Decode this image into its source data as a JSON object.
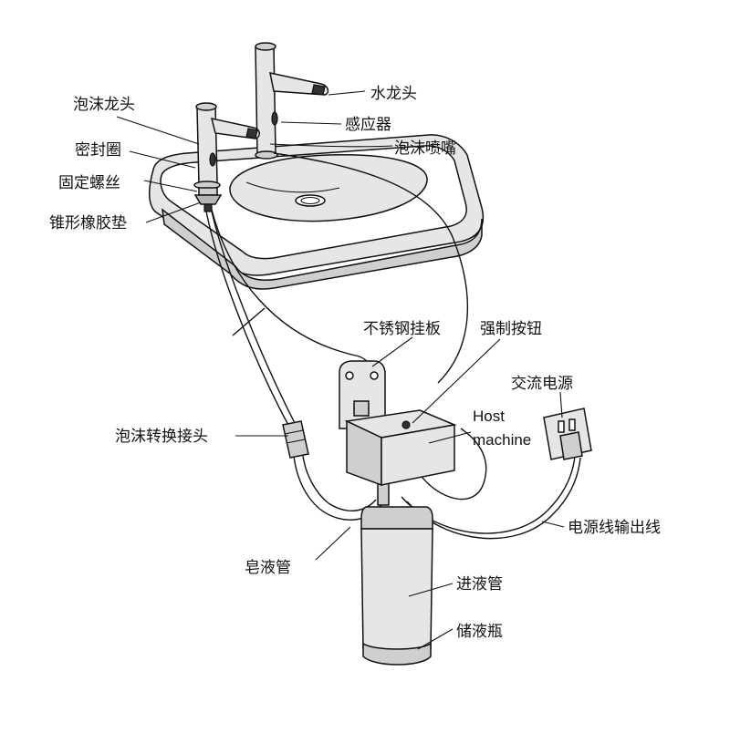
{
  "labels": {
    "foam_faucet": "泡沫龙头",
    "water_faucet": "水龙头",
    "sensor": "感应器",
    "seal_ring": "密封圈",
    "foam_nozzle": "泡沫喷嘴",
    "fixing_screw": "固定螺丝",
    "cone_rubber_pad": "锥形橡胶垫",
    "steel_hanging_plate": "不锈钢挂板",
    "force_button": "强制按钮",
    "ac_power": "交流电源",
    "host_machine_line1": "Host",
    "host_machine_line2": "machine",
    "foam_adapter": "泡沫转换接头",
    "power_output_line": "电源线输出线",
    "soap_tube": "皂液管",
    "inlet_tube": "进液管",
    "storage_bottle": "储液瓶"
  }
}
